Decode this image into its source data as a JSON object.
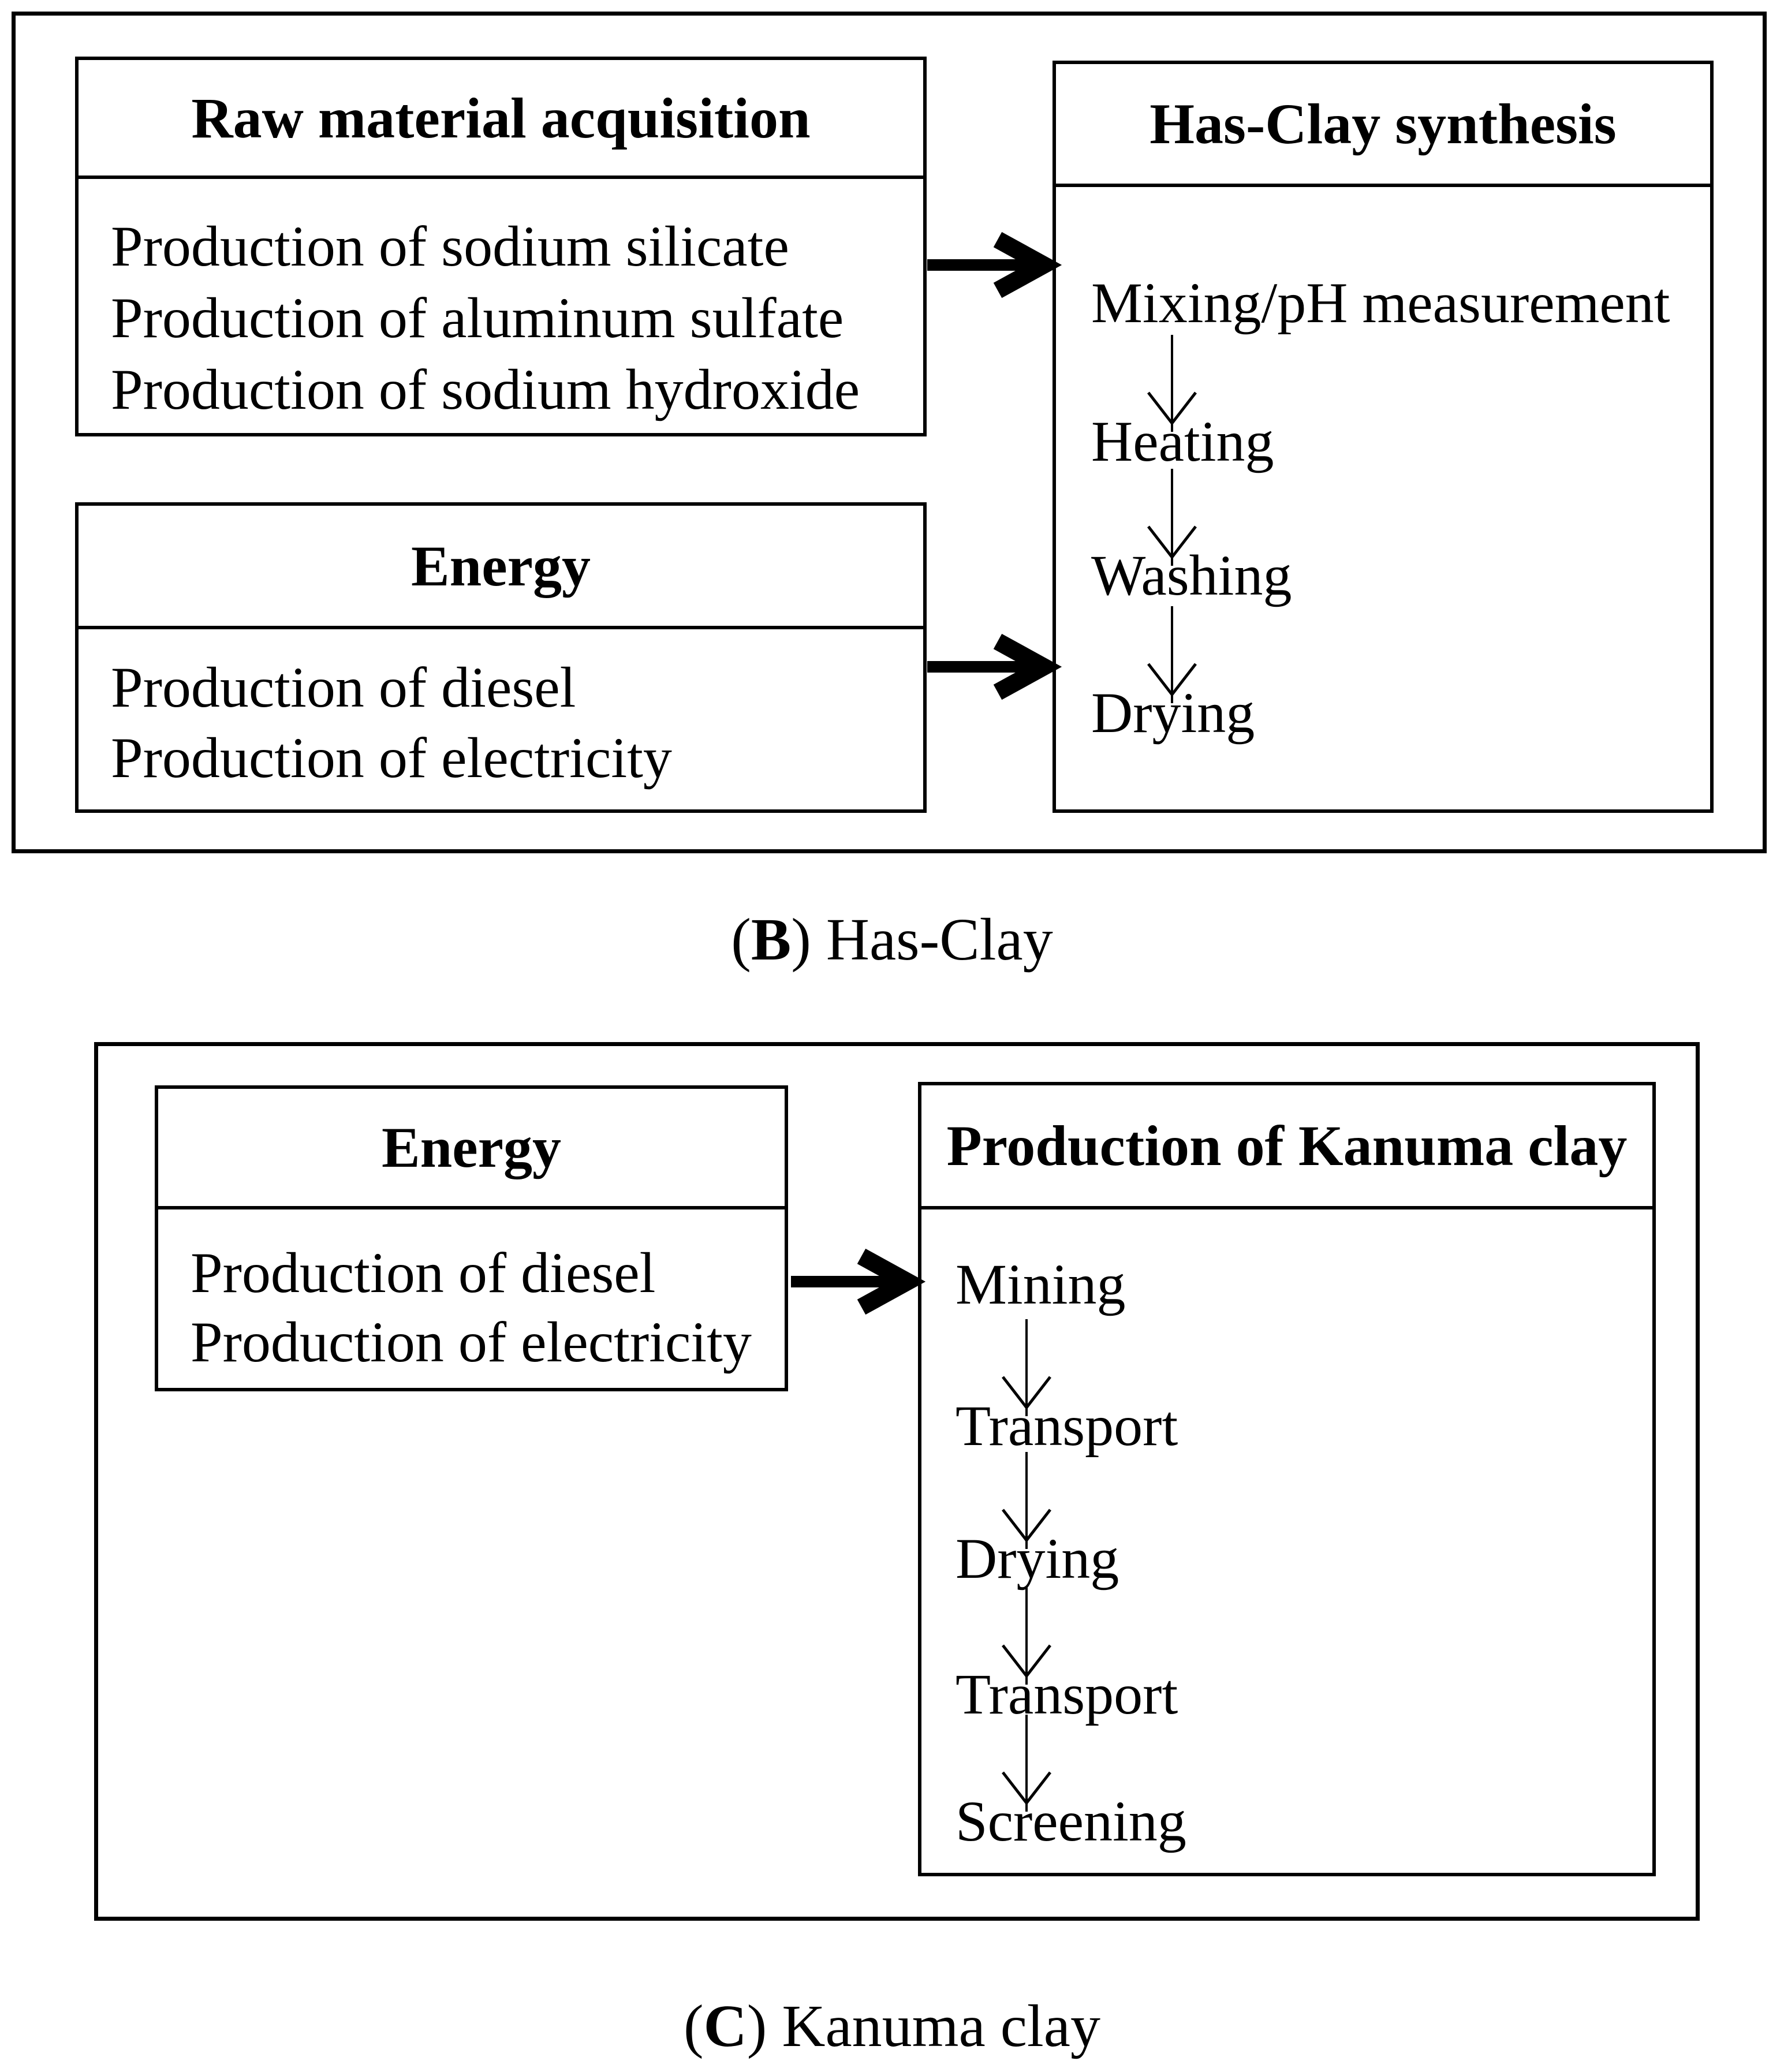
{
  "figure": {
    "type": "process-flow-diagram",
    "colors": {
      "ink": "#000000",
      "paper": "#ffffff"
    },
    "panels": [
      {
        "caption": {
          "open": "(",
          "letter": "B",
          "rest": ") Has-Clay"
        },
        "source_boxes": [
          {
            "title": "Raw material acquisition",
            "items": [
              "Production of sodium silicate",
              "Production of aluminum sulfate",
              "Production of sodium hydroxide"
            ]
          },
          {
            "title": "Energy",
            "items": [
              "Production of diesel",
              "Production of electricity"
            ]
          }
        ],
        "process_box": {
          "title": "Has-Clay synthesis",
          "steps": [
            "Mixing/pH measurement",
            "Heating",
            "Washing",
            "Drying"
          ]
        }
      },
      {
        "caption": {
          "open": "(",
          "letter": "C",
          "rest": ") Kanuma clay"
        },
        "source_boxes": [
          {
            "title": "Energy",
            "items": [
              "Production of diesel",
              "Production of electricity"
            ]
          }
        ],
        "process_box": {
          "title": "Production of Kanuma clay",
          "steps": [
            "Mining",
            "Transport",
            "Drying",
            "Transport",
            "Screening"
          ]
        }
      }
    ]
  }
}
